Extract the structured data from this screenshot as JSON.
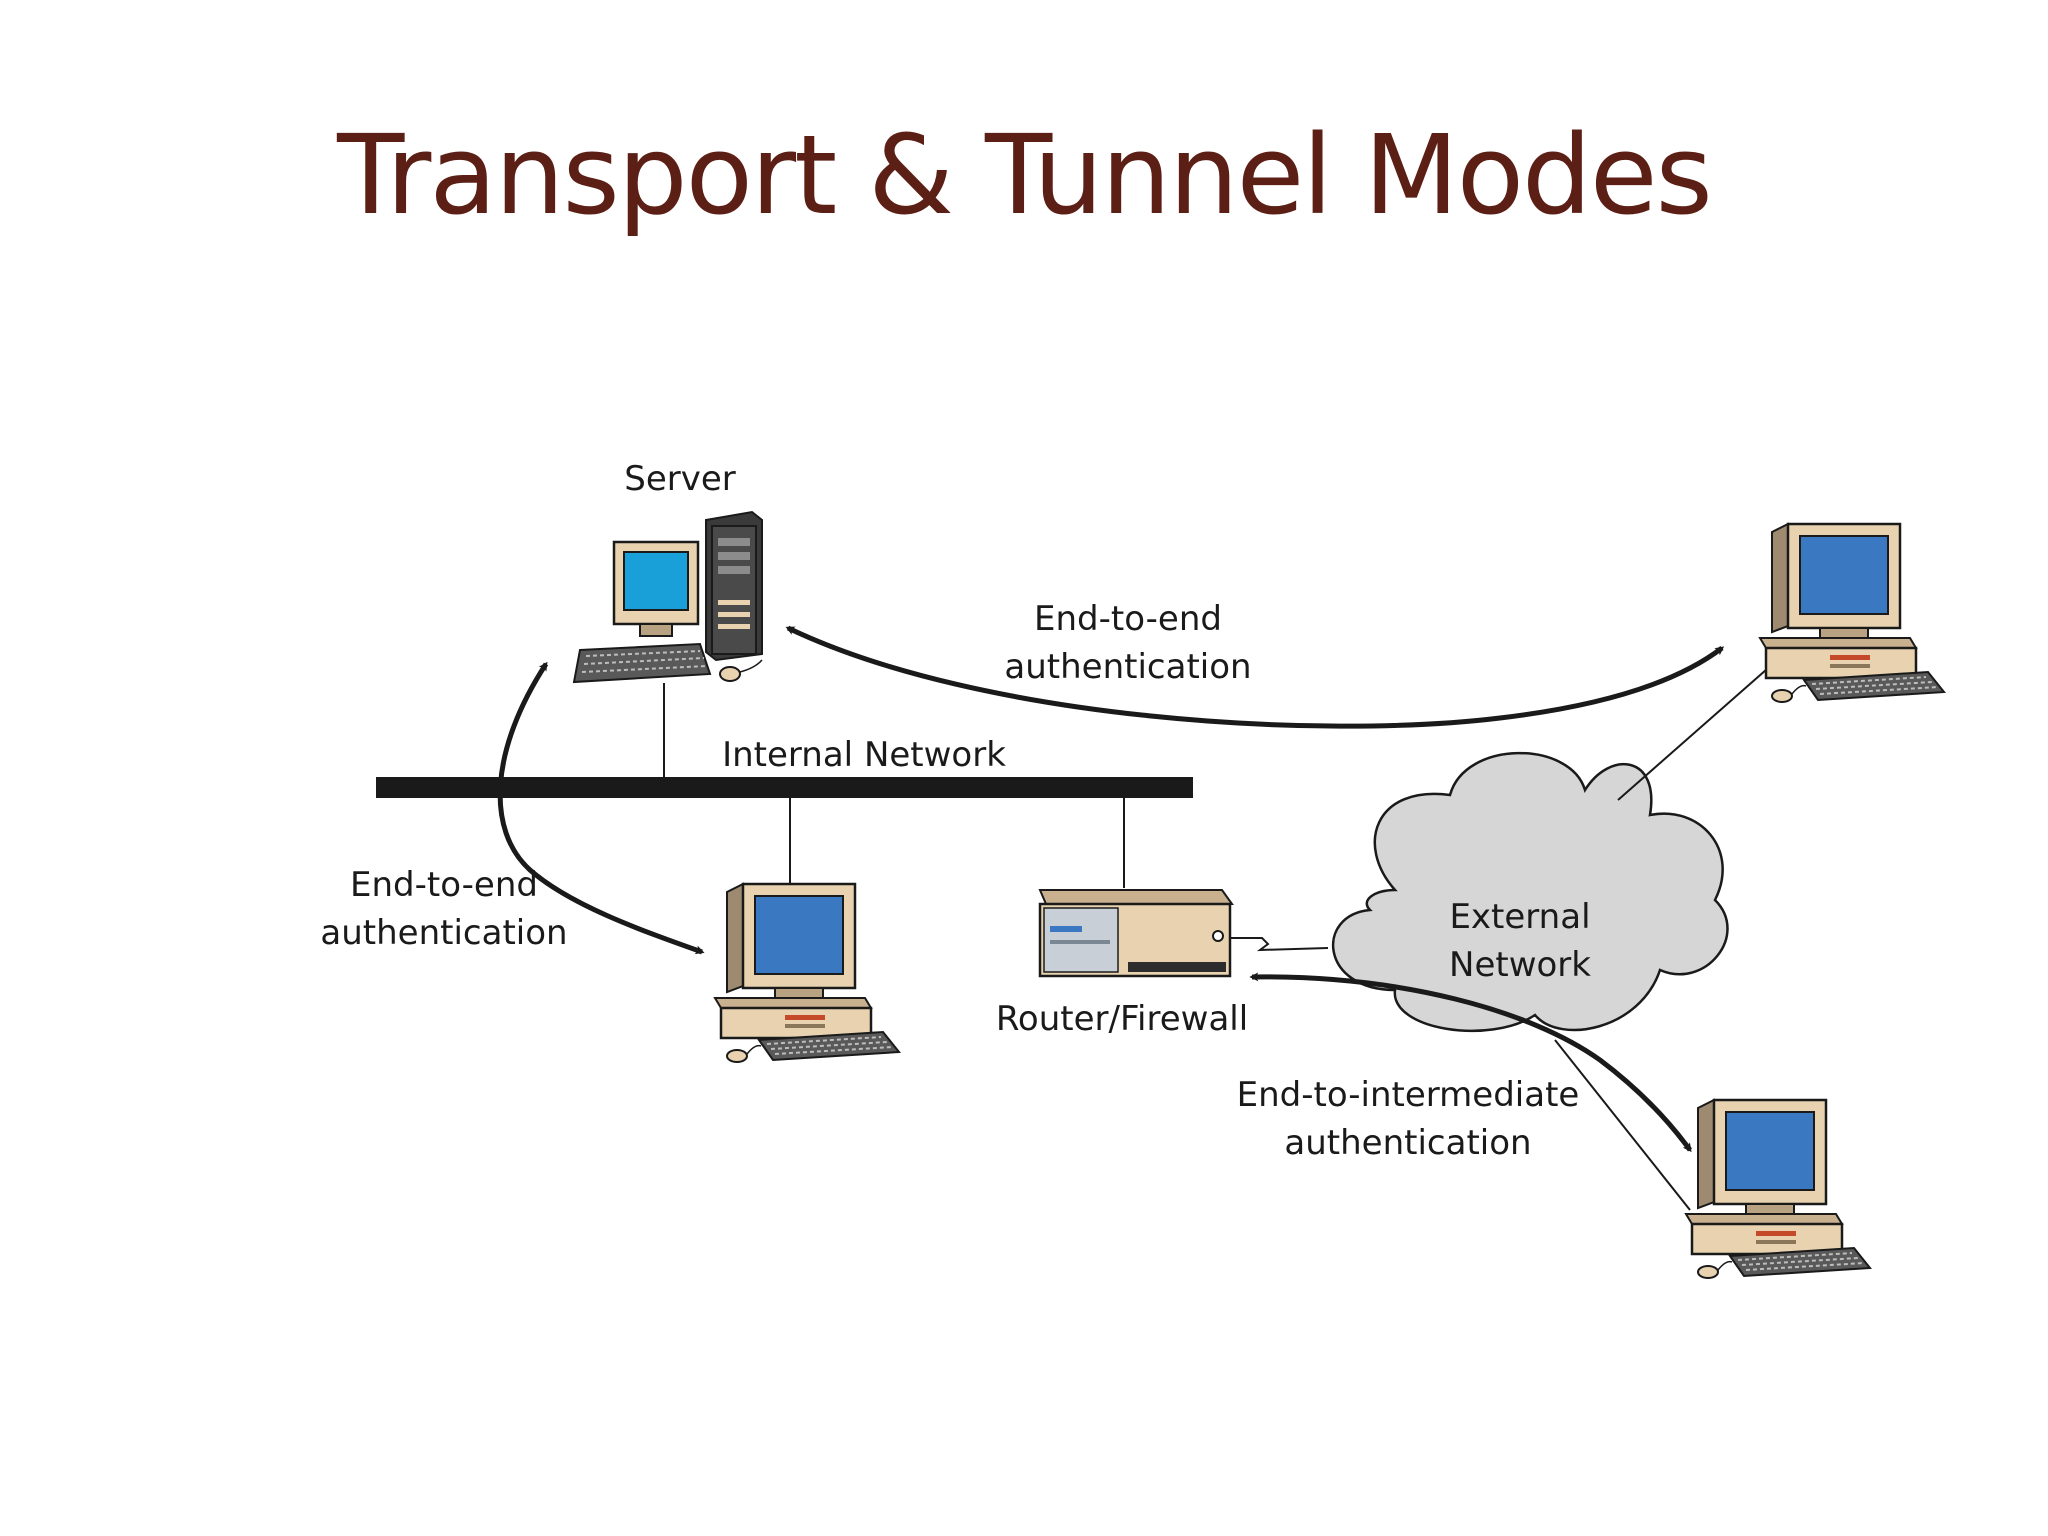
{
  "title": "Transport & Tunnel Modes",
  "colors": {
    "title": "#5c1f16",
    "screen": "#3b78c2",
    "server_screen": "#1aa0d8",
    "case_beige": "#e8d2b0",
    "cloud_fill": "#d6d6d6",
    "line": "#1a1a1a"
  },
  "diagram": {
    "server_label": "Server",
    "internal_network_label": "Internal Network",
    "router_label": "Router/Firewall",
    "external_network_label": [
      "External",
      "Network"
    ],
    "top_arrow_label": [
      "End-to-end",
      "authentication"
    ],
    "left_arrow_label": [
      "End-to-end",
      "authentication"
    ],
    "bottom_arrow_label": [
      "End-to-intermediate",
      "authentication"
    ]
  },
  "icons": {
    "server": "server-workstation-icon",
    "desktop": "desktop-computer-icon",
    "router": "router-firewall-icon",
    "cloud": "cloud-icon"
  }
}
